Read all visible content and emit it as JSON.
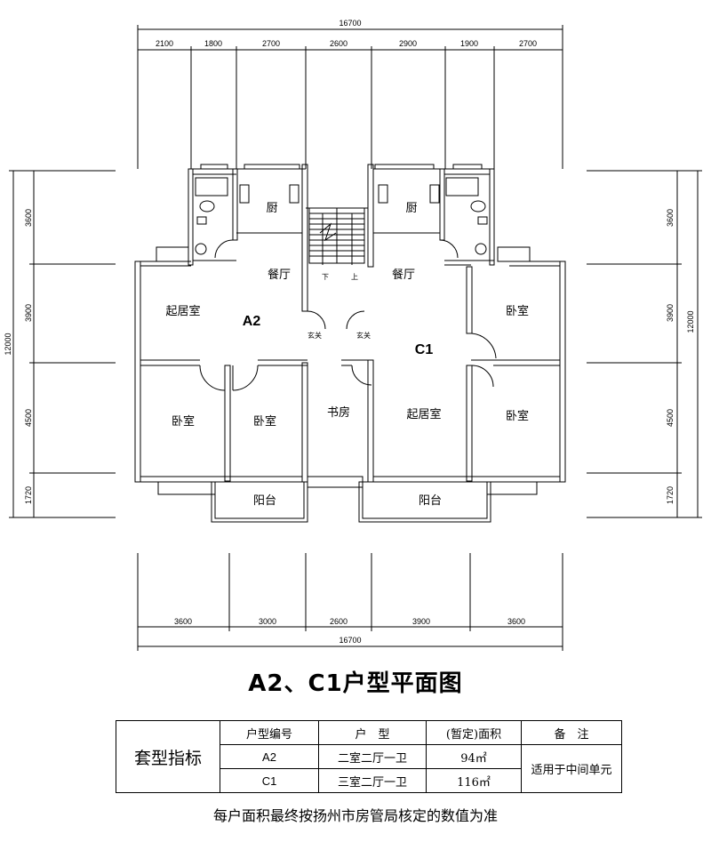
{
  "dimensions": {
    "top_total": "16700",
    "top_segments": [
      "2100",
      "1800",
      "2700",
      "2600",
      "2900",
      "1900",
      "2700"
    ],
    "bottom_total": "16700",
    "bottom_segments": [
      "3600",
      "3000",
      "2600",
      "3900",
      "3600"
    ],
    "left_total": "12000",
    "left_segments": [
      "3600",
      "3900",
      "4500",
      "1720"
    ],
    "right_total": "12000",
    "right_segments": [
      "3600",
      "3900",
      "4500",
      "1720"
    ]
  },
  "rooms": {
    "kitchen_a": "厨",
    "kitchen_c": "厨",
    "dining_a": "餐厅",
    "dining_c": "餐厅",
    "living_a": "起居室",
    "living_c": "起居室",
    "foyer_a": "玄关",
    "foyer_c": "玄关",
    "bedroom_a1": "卧室",
    "bedroom_a2": "卧室",
    "bedroom_c1": "卧室",
    "bedroom_c2": "卧室",
    "study_c": "书房",
    "balcony_a": "阳台",
    "balcony_c": "阳台",
    "stair_down": "下",
    "stair_up": "上"
  },
  "unit_labels": {
    "a": "A2",
    "c": "C1"
  },
  "title": "A2、C1户型平面图",
  "spec_table": {
    "row_header": "套型指标",
    "headers": [
      "户型编号",
      "户　型",
      "(暂定)面积",
      "备　注"
    ],
    "rows": [
      {
        "code": "A2",
        "type": "二室二厅一卫",
        "area": "94㎡"
      },
      {
        "code": "C1",
        "type": "三室二厅一卫",
        "area": "116㎡"
      }
    ],
    "note": "适用于中间单元"
  },
  "footnote": "每户面积最终按扬州市房管局核定的数值为准"
}
